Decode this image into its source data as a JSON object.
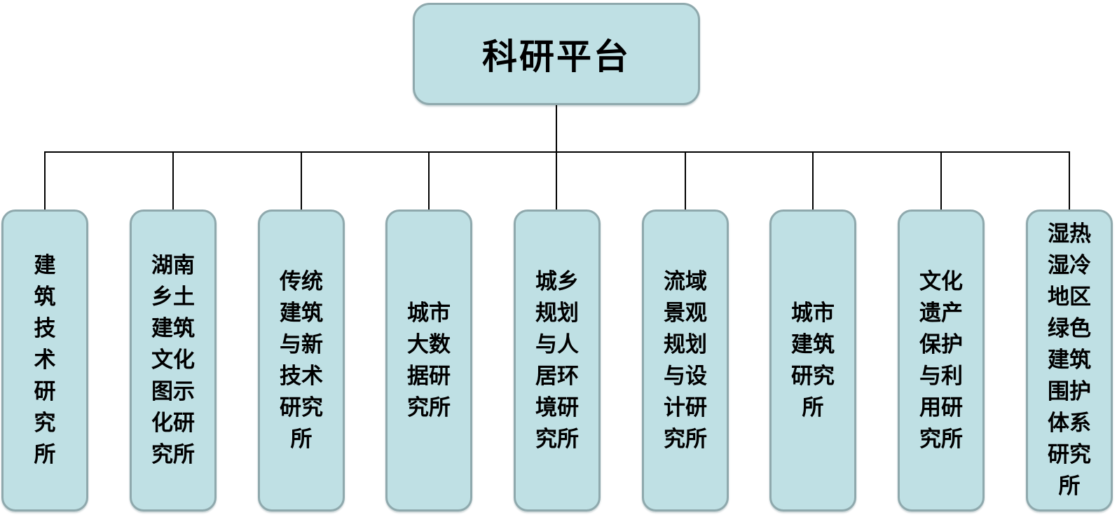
{
  "chart_title": "科研平台",
  "colors": {
    "box_fill": "#bfe0e4",
    "box_border": "#8fa9ad",
    "connector": "#000000",
    "text": "#000000",
    "background": "#ffffff"
  },
  "root": {
    "label": "科研平台"
  },
  "institutes": [
    {
      "name": "建筑技术研究所",
      "display": "建\n筑\n技\n术\n研\n究\n所"
    },
    {
      "name": "湖南乡土建筑文化图示化研究所",
      "display": "湖南\n乡土\n建筑\n文化\n图示\n化研\n究所"
    },
    {
      "name": "传统建筑与新技术研究所",
      "display": "传统\n建筑\n与新\n技术\n研究\n所"
    },
    {
      "name": "城市大数据研究所",
      "display": "城市\n大数\n据研\n究所"
    },
    {
      "name": "城乡规划与人居环境研究所",
      "display": "城乡\n规划\n与人\n居环\n境研\n究所"
    },
    {
      "name": "流域景观规划与设计研究所",
      "display": "流域\n景观\n规划\n与设\n计研\n究所"
    },
    {
      "name": "城市建筑研究所",
      "display": "城市\n建筑\n研究\n所"
    },
    {
      "name": "文化遗产保护与利用研究所",
      "display": "文化\n遗产\n保护\n与利\n用研\n究所"
    },
    {
      "name": "湿热湿冷地区绿色建筑围护体系研究所",
      "display": "湿热\n湿冷\n地区\n绿色\n建筑\n围护\n体系\n研究\n所"
    }
  ]
}
